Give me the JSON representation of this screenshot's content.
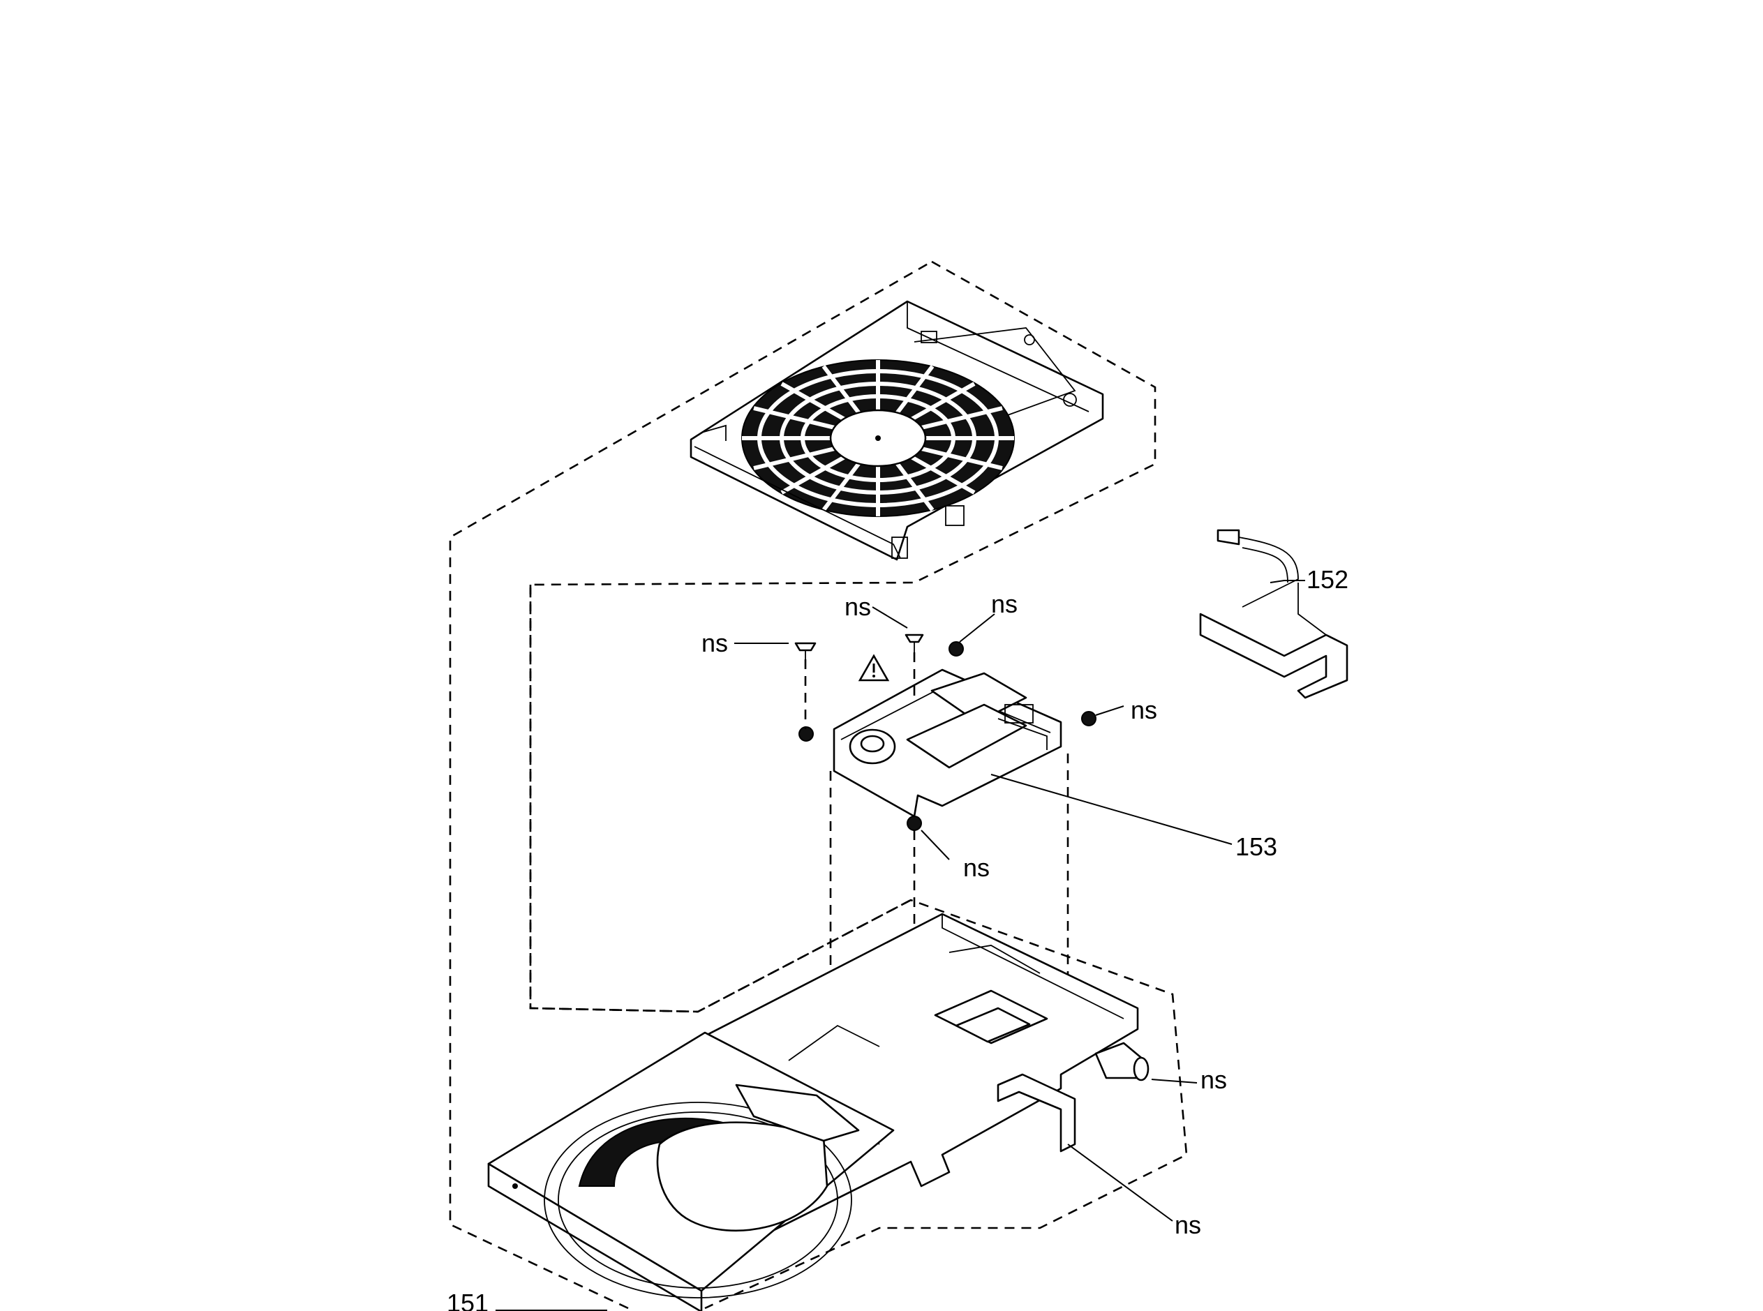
{
  "labels": {
    "part_151": "151",
    "part_152": "152",
    "part_153": "153",
    "screw_ns": "ns",
    "warning_symbol": "warning-triangle-icon"
  },
  "ns_callouts": [
    "ns",
    "ns",
    "ns",
    "ns",
    "ns",
    "ns",
    "ns"
  ]
}
